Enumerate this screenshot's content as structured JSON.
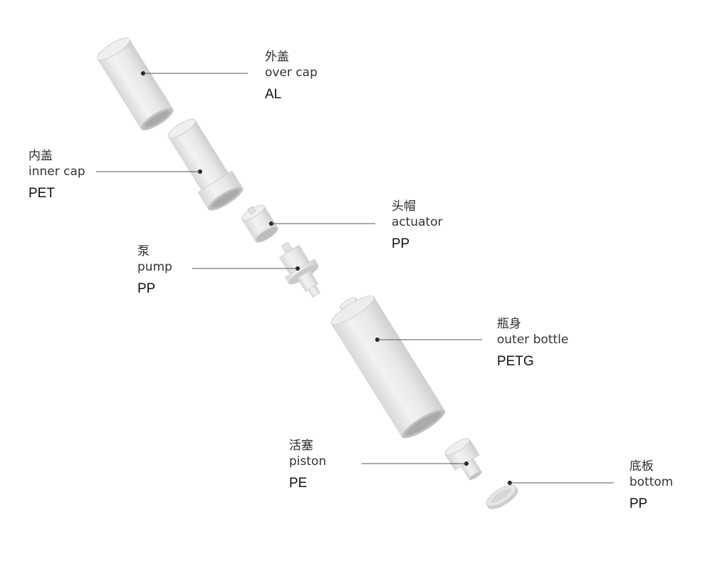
{
  "parts": [
    {
      "id": "over-cap",
      "cn": "外盖",
      "en": "over cap",
      "material": "AL"
    },
    {
      "id": "inner-cap",
      "cn": "内盖",
      "en": "inner cap",
      "material": "PET"
    },
    {
      "id": "actuator",
      "cn": "头帽",
      "en": "actuator",
      "material": "PP"
    },
    {
      "id": "pump",
      "cn": "泵",
      "en": "pump",
      "material": "PP"
    },
    {
      "id": "outer-bottle",
      "cn": "瓶身",
      "en": "outer bottle",
      "material": "PETG"
    },
    {
      "id": "piston",
      "cn": "活塞",
      "en": "piston",
      "material": "PE"
    },
    {
      "id": "bottom",
      "cn": "底板",
      "en": "bottom",
      "material": "PP"
    }
  ],
  "colors": {
    "part_fill": "#e9e9e9",
    "part_shadow": "#cfcfcf",
    "leader_line": "#555555",
    "text": "#2b2b2b"
  }
}
